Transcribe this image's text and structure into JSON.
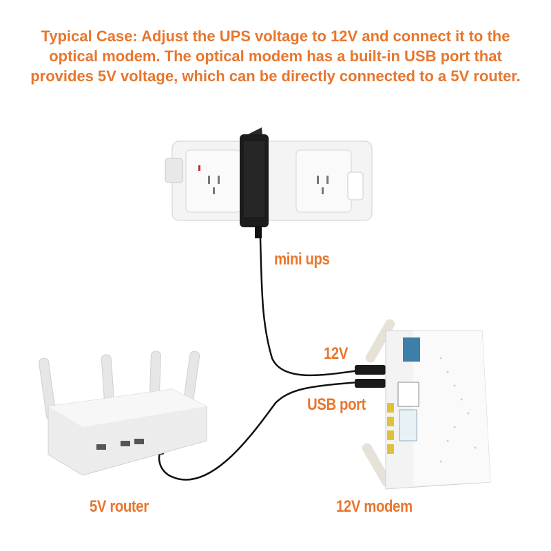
{
  "headline": "Typical Case: Adjust the UPS voltage to 12V and connect it to the optical modem. The optical modem has a built-in USB port that provides 5V voltage, which can be directly connected to a 5V router.",
  "labels": {
    "mini_ups": "mini ups",
    "v12": "12V",
    "usb_port": "USB port",
    "router": "5V router",
    "modem": "12V modem"
  },
  "colors": {
    "accent": "#E8762D",
    "cable": "#111111",
    "device_white": "#F2F2F2",
    "ups_black": "#1C1C1C"
  }
}
